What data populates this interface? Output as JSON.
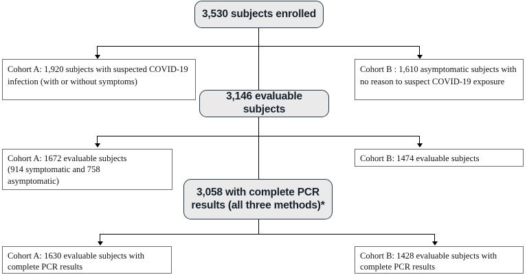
{
  "diagram": {
    "type": "flowchart",
    "title": "Study enrollment and evaluable subject flow",
    "footnote_marker": "*",
    "colors": {
      "round_node_fill": "#eaeaea",
      "round_node_border": "#233746",
      "rect_node_border": "#6a6a6a",
      "rect_node_fill": "#ffffff",
      "connector": "#000000",
      "text": "#111111"
    }
  },
  "nodes": {
    "enrolled": {
      "label": "3,530 subjects enrolled",
      "shape": "rounded"
    },
    "cohort_a_suspected": {
      "label": "Cohort A: 1,920 subjects with suspected COVID-19 infection (with or without symptoms)",
      "shape": "rect"
    },
    "cohort_b_asymptomatic": {
      "label": "Cohort B : 1,610 asymptomatic subjects with no reason to suspect COVID-19 exposure",
      "shape": "rect"
    },
    "evaluable": {
      "label": "3,146 evaluable subjects",
      "shape": "rounded"
    },
    "cohort_a_evaluable": {
      "line1": "Cohort A: 1672 evaluable subjects",
      "line2": "(914 symptomatic and 758",
      "line3": "asymptomatic)",
      "shape": "rect"
    },
    "cohort_b_evaluable": {
      "label": "Cohort B: 1474 evaluable subjects",
      "shape": "rect"
    },
    "complete_pcr": {
      "line1": "3,058 with complete PCR",
      "line2": "results (all three methods)*",
      "shape": "rounded"
    },
    "cohort_a_pcr": {
      "line1": "Cohort A: 1630 evaluable subjects with",
      "line2": "complete PCR results",
      "shape": "rect"
    },
    "cohort_b_pcr": {
      "line1": "Cohort B: 1428 evaluable subjects with",
      "line2": "complete PCR results",
      "shape": "rect"
    }
  },
  "chart_data": {
    "type": "flow",
    "title": "Subject disposition flow diagram",
    "levels": [
      {
        "level": 1,
        "nodes": [
          {
            "id": "enrolled",
            "value": 3530,
            "text": "3,530 subjects enrolled"
          }
        ]
      },
      {
        "level": 2,
        "nodes": [
          {
            "id": "cohort_a_suspected",
            "value": 1920,
            "text": "Cohort A: 1,920 subjects with suspected COVID-19 infection (with or without symptoms)"
          },
          {
            "id": "cohort_b_asymptomatic",
            "value": 1610,
            "text": "Cohort B : 1,610 asymptomatic subjects with no reason to suspect COVID-19 exposure"
          }
        ]
      },
      {
        "level": 3,
        "nodes": [
          {
            "id": "evaluable",
            "value": 3146,
            "text": "3,146 evaluable subjects"
          }
        ]
      },
      {
        "level": 4,
        "nodes": [
          {
            "id": "cohort_a_evaluable",
            "value": 1672,
            "symptomatic": 914,
            "asymptomatic": 758,
            "text": "Cohort A: 1672 evaluable subjects (914 symptomatic and 758 asymptomatic)"
          },
          {
            "id": "cohort_b_evaluable",
            "value": 1474,
            "text": "Cohort B: 1474 evaluable subjects"
          }
        ]
      },
      {
        "level": 5,
        "nodes": [
          {
            "id": "complete_pcr",
            "value": 3058,
            "text": "3,058 with complete PCR results (all three methods)*"
          }
        ]
      },
      {
        "level": 6,
        "nodes": [
          {
            "id": "cohort_a_pcr",
            "value": 1630,
            "text": "Cohort A: 1630 evaluable subjects with complete PCR results"
          },
          {
            "id": "cohort_b_pcr",
            "value": 1428,
            "text": "Cohort B: 1428 evaluable subjects with complete PCR results"
          }
        ]
      }
    ],
    "edges": [
      {
        "from": "enrolled",
        "to": "cohort_a_suspected"
      },
      {
        "from": "enrolled",
        "to": "cohort_b_asymptomatic"
      },
      {
        "from": "enrolled",
        "to": "evaluable"
      },
      {
        "from": "evaluable",
        "to": "cohort_a_evaluable"
      },
      {
        "from": "evaluable",
        "to": "cohort_b_evaluable"
      },
      {
        "from": "evaluable",
        "to": "complete_pcr"
      },
      {
        "from": "complete_pcr",
        "to": "cohort_a_pcr"
      },
      {
        "from": "complete_pcr",
        "to": "cohort_b_pcr"
      }
    ]
  }
}
